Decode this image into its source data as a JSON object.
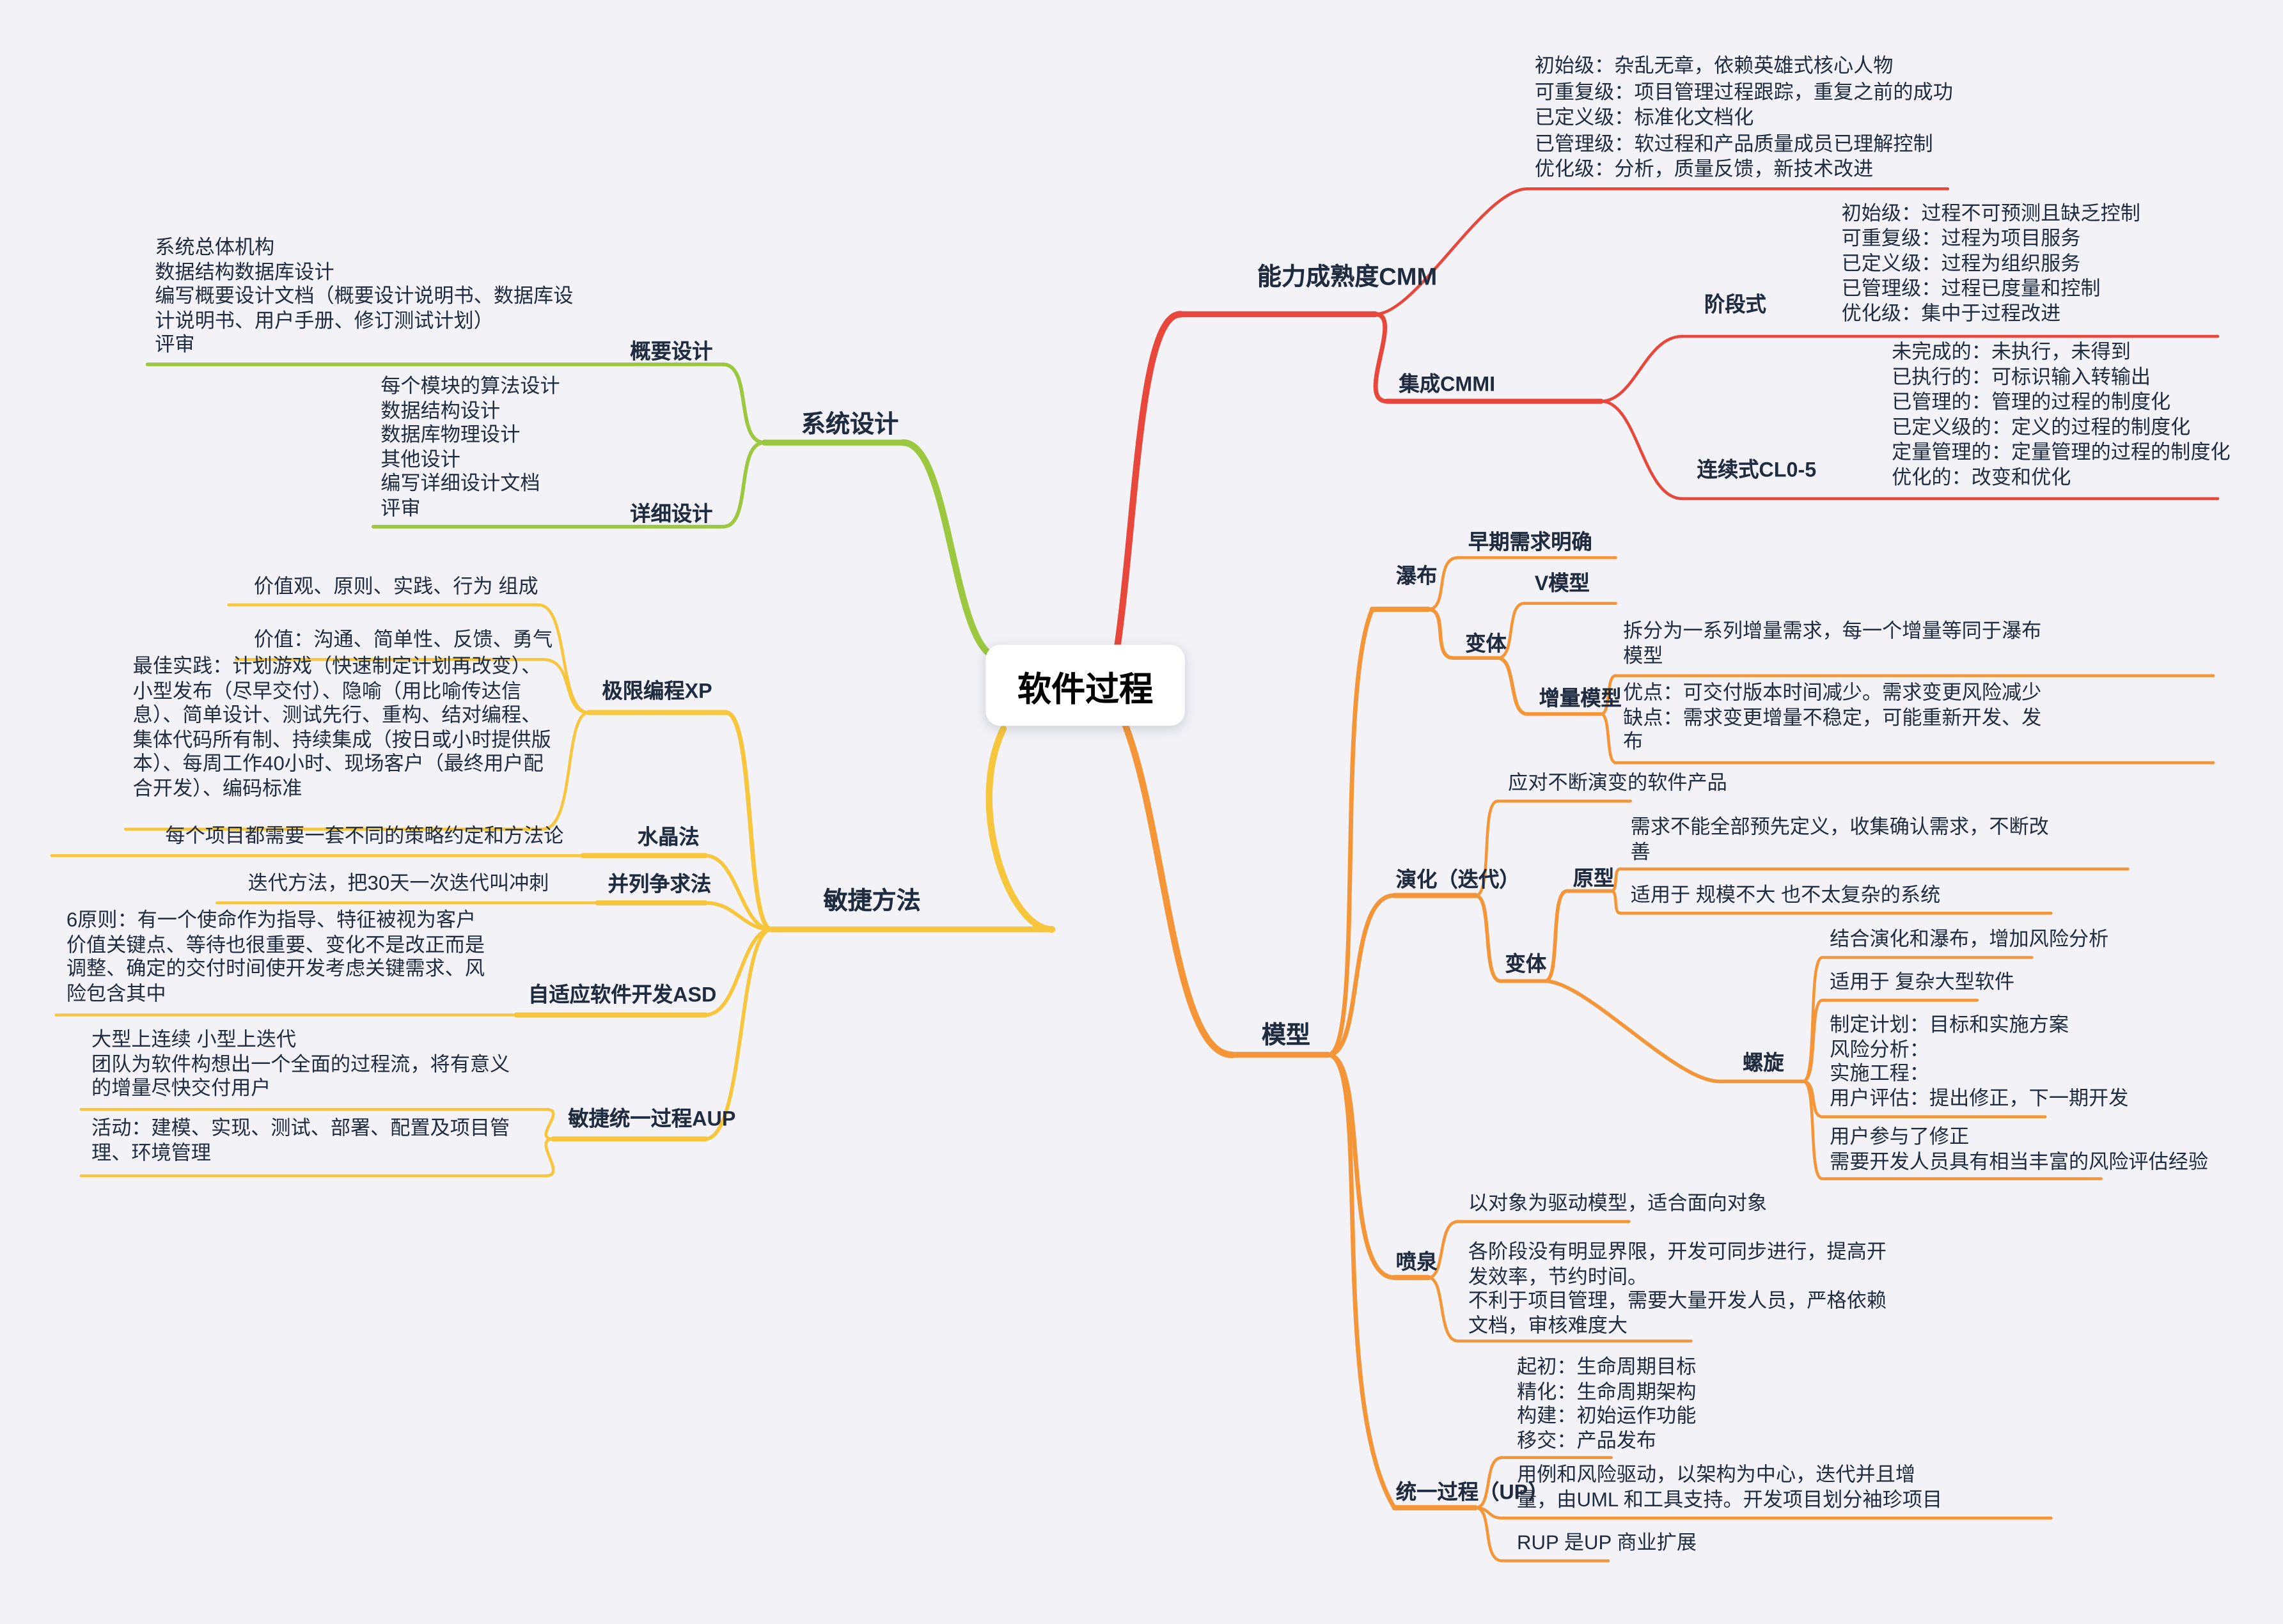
{
  "root": {
    "label": "软件过程"
  },
  "colors": {
    "background": "#F2F2F7",
    "text": "#1F2B3E",
    "green": "#9CC83F",
    "yellow": "#F8C63C",
    "red": "#E8473B",
    "orange": "#F49537"
  },
  "system_design": {
    "label": "系统设计",
    "outline": {
      "label": "概要设计",
      "note": "系统总体机构\n数据结构数据库设计\n编写概要设计文档（概要设计说明书、数据库设\n计说明书、用户手册、修订测试计划）\n评审"
    },
    "detail": {
      "label": "详细设计",
      "note": "每个模块的算法设计\n数据结构设计\n数据库物理设计\n其他设计\n编写详细设计文档\n评审"
    }
  },
  "agile": {
    "label": "敏捷方法",
    "xp": {
      "label": "极限编程XP",
      "notes": [
        "价值观、原则、实践、行为 组成",
        "价值：沟通、简单性、反馈、勇气",
        "最佳实践：计划游戏（快速制定计划再改变）、\n小型发布（尽早交付）、隐喻（用比喻传达信\n息）、简单设计、测试先行、重构、结对编程、\n集体代码所有制、持续集成（按日或小时提供版\n本）、每周工作40小时、现场客户（最终用户配\n合开发）、编码标准"
      ]
    },
    "crystal": {
      "label": "水晶法",
      "note": "每个项目都需要一套不同的策略约定和方法论"
    },
    "scrum": {
      "label": "并列争求法",
      "note": "迭代方法，把30天一次迭代叫冲刺"
    },
    "asd": {
      "label": "自适应软件开发ASD",
      "note": "6原则：有一个使命作为指导、特征被视为客户\n价值关键点、等待也很重要、变化不是改正而是\n调整、确定的交付时间使开发考虑关键需求、风\n险包含其中"
    },
    "aup": {
      "label": "敏捷统一过程AUP",
      "notes": [
        "大型上连续 小型上迭代\n团队为软件构想出一个全面的过程流，将有意义\n的增量尽快交付用户",
        "活动：建模、实现、测试、部署、配置及项目管\n理、环境管理"
      ]
    }
  },
  "cmm": {
    "label": "能力成熟度CMM",
    "levels_note": "初始级：杂乱无章，依赖英雄式核心人物\n可重复级：项目管理过程跟踪，重复之前的成功\n已定义级：标准化文档化\n已管理级：软过程和产品质量成员已理解控制\n优化级：分析，质量反馈，新技术改进",
    "cmmi": {
      "label": "集成CMMI",
      "staged": {
        "label": "阶段式",
        "note": "初始级：过程不可预测且缺乏控制\n可重复级：过程为项目服务\n已定义级：过程为组织服务\n已管理级：过程已度量和控制\n优化级：集中于过程改进"
      },
      "continuous": {
        "label": "连续式CL0-5",
        "note": "未完成的：未执行，未得到\n已执行的：可标识输入转输出\n已管理的：管理的过程的制度化\n已定义级的：定义的过程的制度化\n定量管理的：定量管理的过程的制度化\n优化的：改变和优化"
      }
    }
  },
  "model": {
    "label": "模型",
    "waterfall": {
      "label": "瀑布",
      "early": {
        "label": "早期需求明确"
      },
      "variant": {
        "label": "变体",
        "vmodel": {
          "label": "V模型"
        },
        "incremental": {
          "label": "增量模型",
          "notes": [
            "拆分为一系列增量需求，每一个增量等同于瀑布\n模型",
            "优点：可交付版本时间减少。需求变更风险减少\n缺点：需求变更增量不稳定，可能重新开发、发\n布"
          ]
        }
      }
    },
    "evolution": {
      "label": "演化（迭代）",
      "note": "应对不断演变的软件产品",
      "variant": {
        "label": "变体",
        "prototype": {
          "label": "原型",
          "notes": [
            "需求不能全部预先定义，收集确认需求，不断改\n善",
            "适用于 规模不大 也不太复杂的系统"
          ]
        },
        "spiral": {
          "label": "螺旋",
          "notes": [
            "结合演化和瀑布，增加风险分析",
            "适用于 复杂大型软件",
            "制定计划：目标和实施方案\n风险分析：\n实施工程：\n用户评估：提出修正，下一期开发",
            "用户参与了修正\n需要开发人员具有相当丰富的风险评估经验"
          ]
        }
      }
    },
    "fountain": {
      "label": "喷泉",
      "notes": [
        "以对象为驱动模型，适合面向对象",
        "各阶段没有明显界限，开发可同步进行，提高开\n发效率，节约时间。\n不利于项目管理，需要大量开发人员，严格依赖\n文档，审核难度大"
      ]
    },
    "up": {
      "label": "统一过程（UP）",
      "notes": [
        "起初：生命周期目标\n精化：生命周期架构\n构建：初始运作功能\n移交：产品发布",
        "用例和风险驱动，以架构为中心，迭代并且增\n量，由UML 和工具支持。开发项目划分袖珍项目",
        "RUP 是UP 商业扩展"
      ]
    }
  }
}
